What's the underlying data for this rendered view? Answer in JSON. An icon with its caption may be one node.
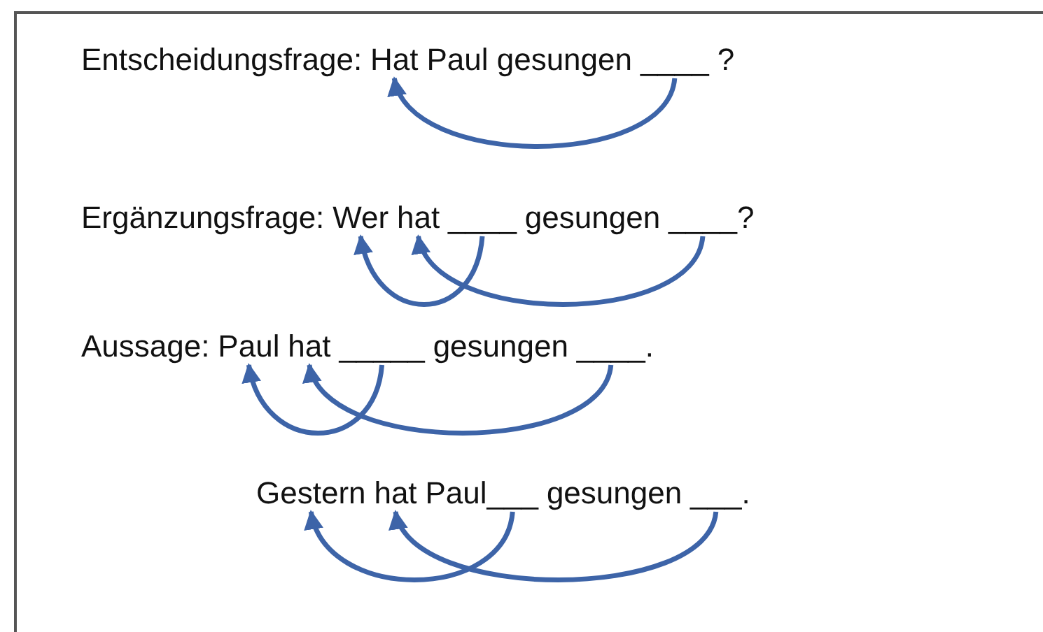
{
  "diagram": {
    "nodes": [
      {
        "text": [
          "Hat"
        ]
      },
      {
        "text": [
          "____"
        ]
      },
      {
        "text": [
          "Wer"
        ]
      },
      {
        "text": [
          "hat"
        ]
      },
      {
        "text": [
          "____"
        ]
      },
      {
        "text": [
          "____"
        ]
      },
      {
        "text": [
          "Paul"
        ]
      },
      {
        "text": [
          "hat"
        ]
      },
      {
        "text": [
          "_____"
        ]
      },
      {
        "text": [
          "____"
        ]
      },
      {
        "text": [
          "Gestern"
        ]
      },
      {
        "text": [
          "hat"
        ]
      },
      {
        "text": [
          "___"
        ]
      },
      {
        "text": [
          "___"
        ]
      }
    ],
    "edges": [
      {
        "from": 1,
        "to": 0,
        "arrow": "to"
      },
      {
        "from": 4,
        "to": 2,
        "arrow": "to"
      },
      {
        "from": 5,
        "to": 3,
        "arrow": "to"
      },
      {
        "from": 8,
        "to": 6,
        "arrow": "to"
      },
      {
        "from": 9,
        "to": 7,
        "arrow": "to"
      },
      {
        "from": 12,
        "to": 10,
        "arrow": "to"
      },
      {
        "from": 13,
        "to": 11,
        "arrow": "to"
      }
    ],
    "labels": [
      "Entscheidungsfrage:",
      "Paul gesungen",
      "?",
      "Ergänzungsfrage:",
      "gesungen",
      "?",
      "Aussage:",
      "gesungen",
      ".",
      "Paul",
      "gesungen",
      "."
    ]
  }
}
